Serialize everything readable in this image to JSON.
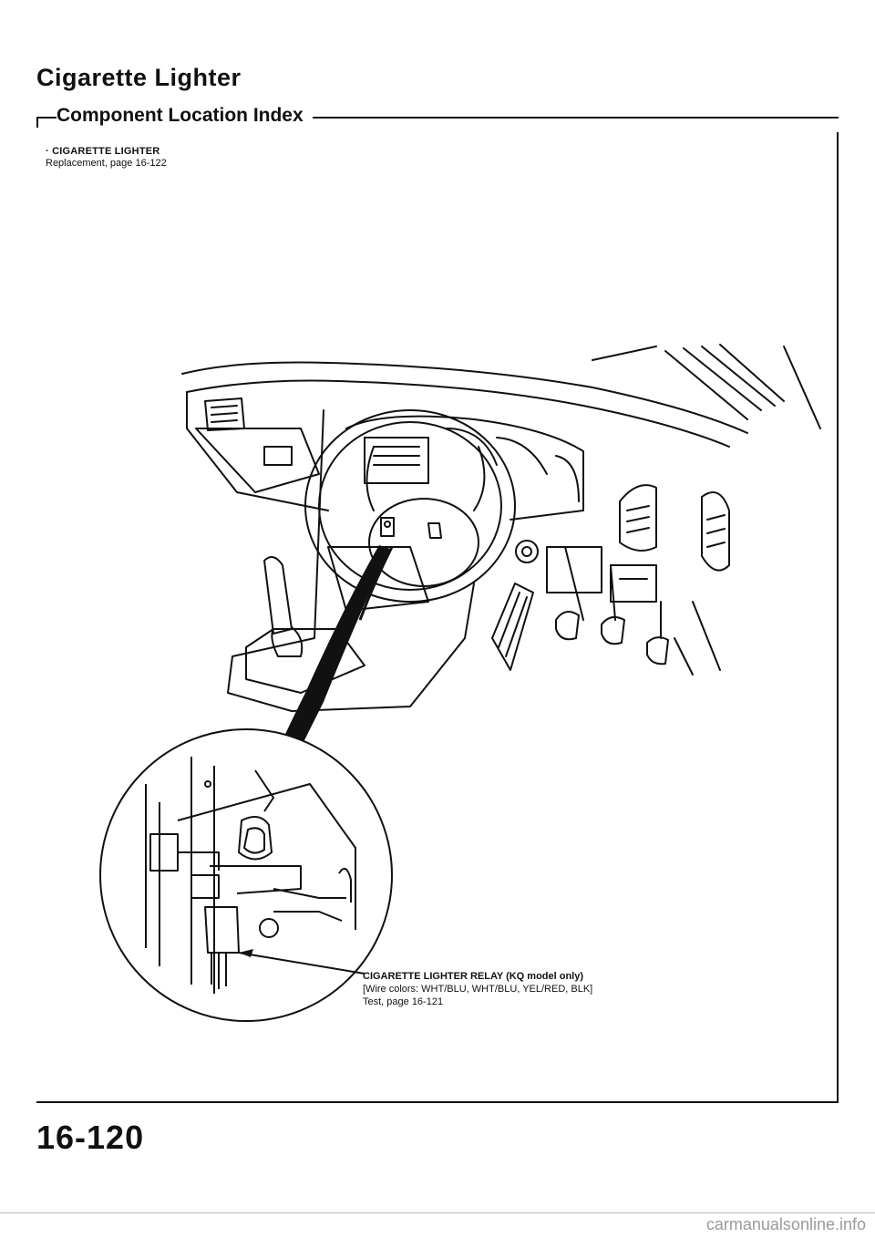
{
  "header": {
    "title": "Cigarette Lighter",
    "subtitle": "Component Location Index"
  },
  "component": {
    "name": "CIGARETTE LIGHTER",
    "reference": "Replacement, page 16-122"
  },
  "callout": {
    "line1": "CIGARETTE LIGHTER RELAY (KQ model only)",
    "line2": "[Wire colors: WHT/BLU, WHT/BLU, YEL/RED, BLK]",
    "line3": "Test, page 16-121"
  },
  "page_number": "16-120",
  "watermark": "carmanualsonline.info"
}
